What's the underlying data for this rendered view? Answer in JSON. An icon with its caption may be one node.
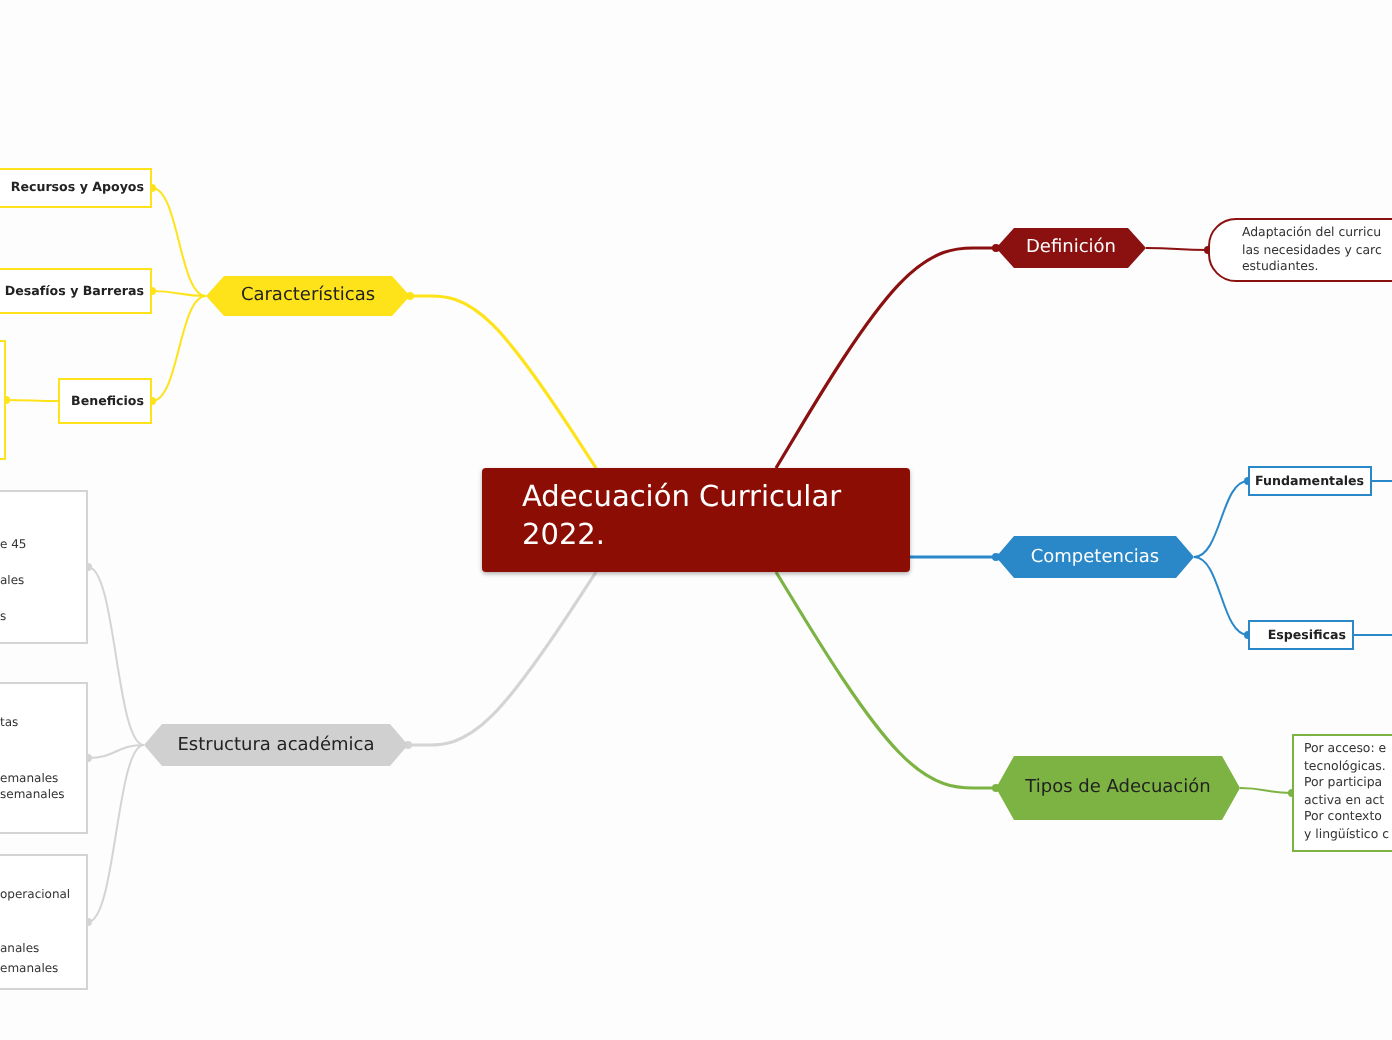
{
  "diagram": {
    "nodes": [
      {
        "text": [
          "Adecuación Curricular 2022."
        ]
      },
      {
        "text": [
          "Características"
        ]
      },
      {
        "text": [
          "Recursos y Apoyos"
        ]
      },
      {
        "text": [
          "Desafíos y Barreras"
        ]
      },
      {
        "text": [
          "Beneficios"
        ]
      },
      {
        "text": [],
        "shape": "box"
      },
      {
        "text": [
          "Estructura académica"
        ]
      },
      {
        "text": [
          "e 45",
          "ales",
          "s"
        ]
      },
      {
        "text": [
          "tas",
          "emanales",
          "semanales"
        ]
      },
      {
        "text": [
          "operacional",
          "anales",
          "emanales"
        ]
      },
      {
        "text": [
          "Definición"
        ]
      },
      {
        "text": [
          "Adaptación del curricu",
          "las necesidades y carc",
          "estudiantes."
        ]
      },
      {
        "text": [
          "Competencias"
        ]
      },
      {
        "text": [
          "Fundamentales"
        ]
      },
      {
        "text": [
          "Espesificas"
        ]
      },
      {
        "text": [
          "Tipos de Adecuación"
        ]
      },
      {
        "text": [
          "Por acceso: e",
          "tecnológicas.",
          "Por participa",
          "activa en act",
          "Por contexto",
          "y lingüístico c"
        ]
      }
    ],
    "edges": [
      {
        "from": 0,
        "to": 1,
        "arrow": "other",
        "color": "#ffe31a"
      },
      {
        "from": 1,
        "to": 2,
        "arrow": "other",
        "color": "#ffe31a"
      },
      {
        "from": 1,
        "to": 3,
        "arrow": "other",
        "color": "#ffe31a"
      },
      {
        "from": 1,
        "to": 4,
        "arrow": "other",
        "color": "#ffe31a"
      },
      {
        "from": 4,
        "to": 5,
        "arrow": "other",
        "color": "#ffe31a"
      },
      {
        "from": 0,
        "to": 6,
        "arrow": "other",
        "color": "#d4d4d4"
      },
      {
        "from": 6,
        "to": 7,
        "arrow": "other",
        "color": "#d4d4d4"
      },
      {
        "from": 6,
        "to": 8,
        "arrow": "other",
        "color": "#d4d4d4"
      },
      {
        "from": 6,
        "to": 9,
        "arrow": "other",
        "color": "#d4d4d4"
      },
      {
        "from": 0,
        "to": 10,
        "arrow": "other",
        "color": "#8b1010"
      },
      {
        "from": 10,
        "to": 11,
        "arrow": "other",
        "color": "#8b1010"
      },
      {
        "from": 0,
        "to": 12,
        "arrow": "other",
        "color": "#2a88c9"
      },
      {
        "from": 12,
        "to": 13,
        "arrow": "other",
        "color": "#2a88c9"
      },
      {
        "from": 12,
        "to": 14,
        "arrow": "other",
        "color": "#2a88c9"
      },
      {
        "from": 13,
        "to": null,
        "arrow": "none",
        "color": "#2a88c9"
      },
      {
        "from": 14,
        "to": null,
        "arrow": "none",
        "color": "#2a88c9"
      },
      {
        "from": 0,
        "to": 15,
        "arrow": "other",
        "color": "#7cb342"
      },
      {
        "from": 15,
        "to": 16,
        "arrow": "other",
        "color": "#7cb342"
      }
    ]
  }
}
